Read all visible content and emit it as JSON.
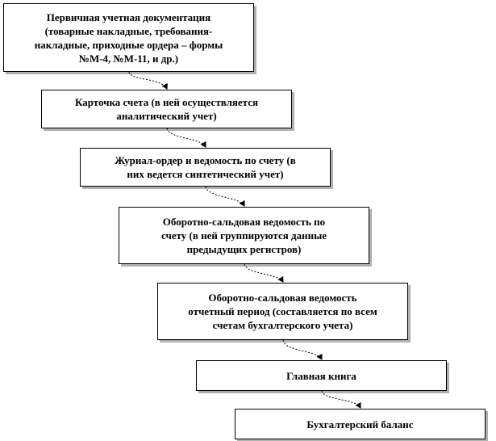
{
  "boxes": [
    {
      "id": "primary-docs",
      "text": "Первичная учетная документация\n(товарные накладные, требования-\nнакладные, приходные ордера – формы\n№М-4, №М-11, и др.)"
    },
    {
      "id": "account-card",
      "text": "Карточка счета (в ней осуществляется\nаналитический учет)"
    },
    {
      "id": "journal-order",
      "text": "Журнал-ордер и ведомость по счету (в\nних ведется синтетический учет)"
    },
    {
      "id": "turnover-account",
      "text": "Оборотно-сальдовая ведомость по\nсчету (в ней группируются данные\nпредыдущих регистров)"
    },
    {
      "id": "turnover-period",
      "text": "Оборотно-сальдовая ведомость\nотчетный период (составляется по всем\nсчетам бухгалтерского учета)"
    },
    {
      "id": "general-ledger",
      "text": "Главная книга"
    },
    {
      "id": "balance-sheet",
      "text": "Бухгалтерский баланс"
    }
  ]
}
